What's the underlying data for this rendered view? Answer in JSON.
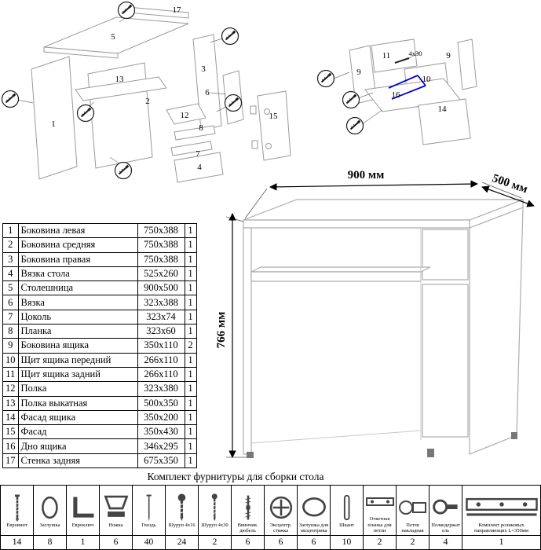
{
  "colors": {
    "highlight_blue": "#0000d0",
    "outline_gray": "#adadad",
    "line_dark": "#1a1a1a"
  },
  "diagram_labels": {
    "main": {
      "p1": "1",
      "p2": "2",
      "p3": "3",
      "p4": "4",
      "p5": "5",
      "p6": "6",
      "p7": "7",
      "p8": "8",
      "p12": "12",
      "p13": "13",
      "p15": "15",
      "p17": "17"
    },
    "drawer": {
      "p9a": "9",
      "p9b": "9",
      "p10": "10",
      "p11": "11",
      "p14": "14",
      "p16": "16",
      "screw_size": "4x30"
    }
  },
  "desk_view": {
    "width_label": "900 мм",
    "depth_label": "500 мм",
    "height_label": "766 мм"
  },
  "parts_table": {
    "rows": [
      {
        "num": "1",
        "name": "Боковина левая",
        "size": "750x388",
        "qty": "1"
      },
      {
        "num": "2",
        "name": "Боковина средняя",
        "size": "750x388",
        "qty": "1"
      },
      {
        "num": "3",
        "name": "Боковина правая",
        "size": "750x388",
        "qty": "1"
      },
      {
        "num": "4",
        "name": "Вязка стола",
        "size": "525x260",
        "qty": "1"
      },
      {
        "num": "5",
        "name": "Столешница",
        "size": "900x500",
        "qty": "1"
      },
      {
        "num": "6",
        "name": "Вязка",
        "size": "323x388",
        "qty": "1"
      },
      {
        "num": "7",
        "name": "Цоколь",
        "size": "323x74",
        "qty": "1"
      },
      {
        "num": "8",
        "name": "Планка",
        "size": "323x60",
        "qty": "1"
      },
      {
        "num": "9",
        "name": "Боковина ящика",
        "size": "350x110",
        "qty": "2"
      },
      {
        "num": "10",
        "name": "Щит ящика передний",
        "size": "266x110",
        "qty": "1"
      },
      {
        "num": "11",
        "name": "Щит ящика задний",
        "size": "266x110",
        "qty": "1"
      },
      {
        "num": "12",
        "name": "Полка",
        "size": "323x380",
        "qty": "1"
      },
      {
        "num": "13",
        "name": "Полка выкатная",
        "size": "500x350",
        "qty": "1"
      },
      {
        "num": "14",
        "name": "Фасад ящика",
        "size": "350x200",
        "qty": "1"
      },
      {
        "num": "15",
        "name": "Фасад",
        "size": "350x430",
        "qty": "1"
      },
      {
        "num": "16",
        "name": "Дно ящика",
        "size": "346x295",
        "qty": "1"
      },
      {
        "num": "17",
        "name": "Стенка задняя",
        "size": "675x350",
        "qty": "1"
      }
    ]
  },
  "hardware": {
    "title": "Комплект фурнитуры для сборки стола",
    "items": [
      {
        "label": "Евровинт",
        "qty": "14",
        "icon": "confirmat-screw-icon"
      },
      {
        "label": "Заглушка",
        "qty": "8",
        "icon": "cap-icon"
      },
      {
        "label": "Евроключ",
        "qty": "1",
        "icon": "hex-key-icon"
      },
      {
        "label": "Ножка",
        "qty": "6",
        "icon": "leg-icon"
      },
      {
        "label": "Гвоздь",
        "qty": "40",
        "icon": "nail-icon"
      },
      {
        "label": "Шуруп 4x16",
        "qty": "24",
        "icon": "screw-short-icon"
      },
      {
        "label": "Шуруп 4x30",
        "qty": "2",
        "icon": "screw-long-icon"
      },
      {
        "label": "Ввинчив. дюбель",
        "qty": "6",
        "icon": "dowel-screw-icon"
      },
      {
        "label": "Эксцентр. стяжка",
        "qty": "6",
        "icon": "cam-lock-icon"
      },
      {
        "label": "Заглушка для эксцентрика",
        "qty": "6",
        "icon": "cam-cap-icon"
      },
      {
        "label": "Шкант",
        "qty": "10",
        "icon": "wood-dowel-icon"
      },
      {
        "label": "Ответная планка для петли",
        "qty": "2",
        "icon": "hinge-plate-icon"
      },
      {
        "label": "Петля накладная",
        "qty": "2",
        "icon": "hinge-icon"
      },
      {
        "label": "Полкодержатель",
        "qty": "4",
        "icon": "shelf-holder-icon"
      },
      {
        "label": "Комплект роликовых направляющих L=350мм",
        "qty": "1",
        "icon": "roller-guides-icon"
      }
    ]
  }
}
